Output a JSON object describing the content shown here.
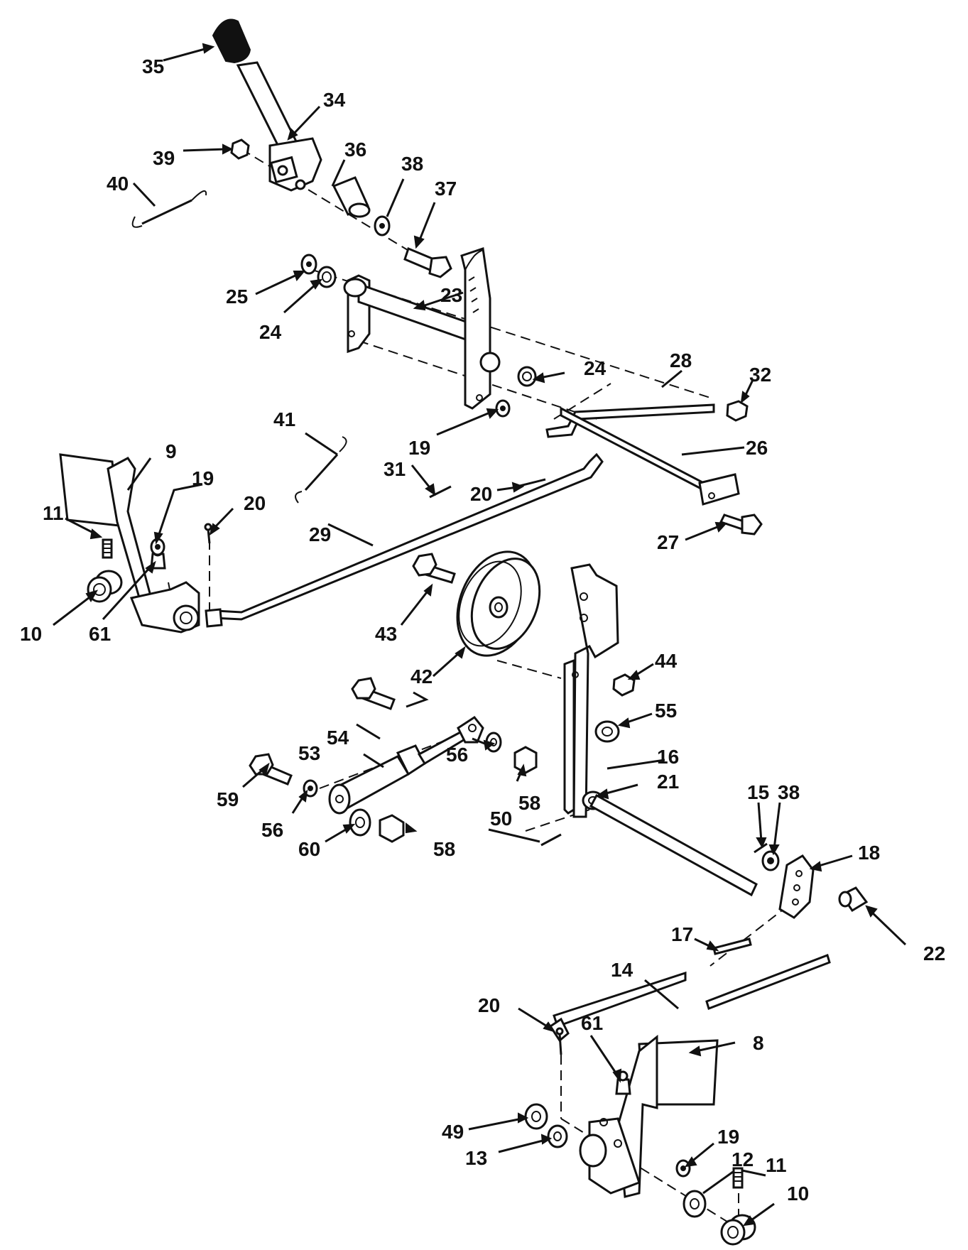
{
  "diagram": {
    "callouts": [
      {
        "id": "c35a",
        "text": "35"
      },
      {
        "id": "c34",
        "text": "34"
      },
      {
        "id": "c39",
        "text": "39"
      },
      {
        "id": "c40",
        "text": "40"
      },
      {
        "id": "c36",
        "text": "36"
      },
      {
        "id": "c38a",
        "text": "38"
      },
      {
        "id": "c37",
        "text": "37"
      },
      {
        "id": "c25",
        "text": "25"
      },
      {
        "id": "c24a",
        "text": "24"
      },
      {
        "id": "c23",
        "text": "23"
      },
      {
        "id": "c24b",
        "text": "24"
      },
      {
        "id": "c28",
        "text": "28"
      },
      {
        "id": "c32",
        "text": "32"
      },
      {
        "id": "c19a",
        "text": "19"
      },
      {
        "id": "c41",
        "text": "41"
      },
      {
        "id": "c9",
        "text": "9"
      },
      {
        "id": "c19b",
        "text": "19"
      },
      {
        "id": "c20a",
        "text": "20"
      },
      {
        "id": "c31",
        "text": "31"
      },
      {
        "id": "c20b",
        "text": "20"
      },
      {
        "id": "c26",
        "text": "26"
      },
      {
        "id": "c11a",
        "text": "11"
      },
      {
        "id": "c29",
        "text": "29"
      },
      {
        "id": "c27",
        "text": "27"
      },
      {
        "id": "c10a",
        "text": "10"
      },
      {
        "id": "c61a",
        "text": "61"
      },
      {
        "id": "c43",
        "text": "43"
      },
      {
        "id": "c44",
        "text": "44"
      },
      {
        "id": "c42",
        "text": "42"
      },
      {
        "id": "c55",
        "text": "55"
      },
      {
        "id": "c54",
        "text": "54"
      },
      {
        "id": "c16",
        "text": "16"
      },
      {
        "id": "c53",
        "text": "53"
      },
      {
        "id": "c56a",
        "text": "56"
      },
      {
        "id": "c21",
        "text": "21"
      },
      {
        "id": "c59",
        "text": "59"
      },
      {
        "id": "c58a",
        "text": "58"
      },
      {
        "id": "c15",
        "text": "15"
      },
      {
        "id": "c38b",
        "text": "38"
      },
      {
        "id": "c50",
        "text": "50"
      },
      {
        "id": "c56b",
        "text": "56"
      },
      {
        "id": "c60",
        "text": "60"
      },
      {
        "id": "c58b",
        "text": "58"
      },
      {
        "id": "c18",
        "text": "18"
      },
      {
        "id": "c17",
        "text": "17"
      },
      {
        "id": "c22",
        "text": "22"
      },
      {
        "id": "c14",
        "text": "14"
      },
      {
        "id": "c20c",
        "text": "20"
      },
      {
        "id": "c61b",
        "text": "61"
      },
      {
        "id": "c8",
        "text": "8"
      },
      {
        "id": "c49",
        "text": "49"
      },
      {
        "id": "c19c",
        "text": "19"
      },
      {
        "id": "c13",
        "text": "13"
      },
      {
        "id": "c12",
        "text": "12"
      },
      {
        "id": "c11b",
        "text": "11"
      },
      {
        "id": "c10b",
        "text": "10"
      }
    ]
  }
}
